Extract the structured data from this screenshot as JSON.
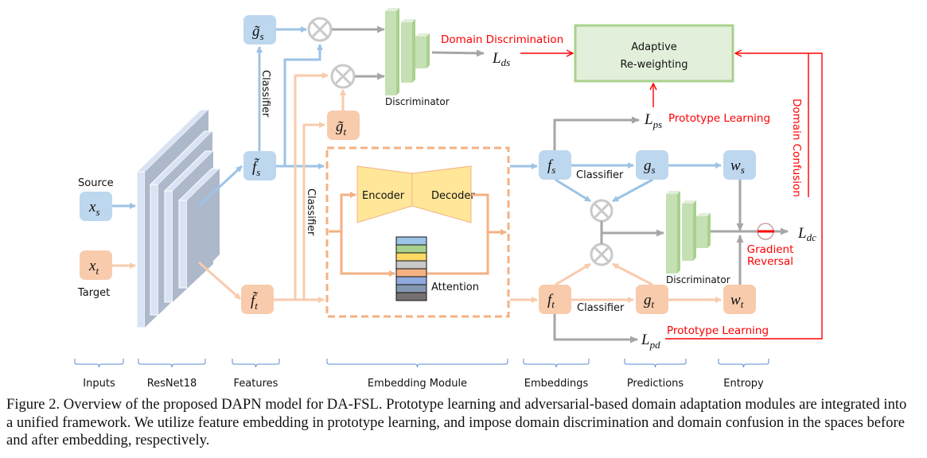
{
  "figure": {
    "title": "Overview of the proposed DAPN model for DA-FSL",
    "caption": "Figure 2. Overview of the proposed DAPN model for DA-FSL. Prototype learning and adversarial-based domain adaptation modules are integrated into a unified framework.  We utilize feature embedding in prototype learning, and impose domain discrimination and domain confusion in the spaces before and after embedding, respectively."
  },
  "colors": {
    "source": "#bdd7ee",
    "source_line": "#9dc3e6",
    "target": "#f8cbad",
    "target_line": "#f4b183",
    "gray_line": "#a6a6a6",
    "red": "#ff0000",
    "green_box": "#e2efda",
    "green_border": "#a9d18e",
    "encoder": "#ffe699"
  },
  "inputs": {
    "source_label": "Source",
    "target_label": "Target",
    "xs": {
      "base": "x",
      "sub": "s"
    },
    "xt": {
      "base": "x",
      "sub": "t"
    }
  },
  "features": {
    "fs": {
      "base": "f̃",
      "sub": "s"
    },
    "ft": {
      "base": "f̃",
      "sub": "t"
    },
    "gs": {
      "base": "g̃",
      "sub": "s"
    },
    "gt": {
      "base": "g̃",
      "sub": "t"
    },
    "classifier_1": "Classifier",
    "classifier_2": "Classifier"
  },
  "discriminator_top": {
    "label": "Discriminator",
    "loss": {
      "base": "L",
      "sub": "ds"
    },
    "annotation": "Domain Discrimination"
  },
  "adaptive": {
    "line1": "Adaptive",
    "line2": "Re-weighting"
  },
  "embedding_module": {
    "encoder": "Encoder",
    "decoder": "Decoder",
    "attention": "Attention",
    "attention_colors": [
      "#9dc3e6",
      "#a9d18e",
      "#ffd966",
      "#c9c9c9",
      "#f4b183",
      "#8faadc",
      "#8497b0",
      "#767171"
    ]
  },
  "embeddings": {
    "fs": {
      "base": "f",
      "sub": "s"
    },
    "ft": {
      "base": "f",
      "sub": "t"
    },
    "gs": {
      "base": "g",
      "sub": "s"
    },
    "gt": {
      "base": "g",
      "sub": "t"
    },
    "ws": {
      "base": "w",
      "sub": "s"
    },
    "wt": {
      "base": "w",
      "sub": "t"
    },
    "classifier_s": "Classifier",
    "classifier_t": "Classifier"
  },
  "losses": {
    "lps": {
      "base": "L",
      "sub": "ps"
    },
    "lpd": {
      "base": "L",
      "sub": "pd"
    },
    "ldc": {
      "base": "L",
      "sub": "dc"
    },
    "prototype_learning_1": "Prototype Learning",
    "prototype_learning_2": "Prototype Learning",
    "domain_confusion": "Domain Confusion",
    "gradient_reversal_1": "Gradient",
    "gradient_reversal_2": "Reversal",
    "discriminator_bottom": "Discriminator"
  },
  "stages": [
    "Inputs",
    "ResNet18",
    "Features",
    "Embedding Module",
    "Embeddings",
    "Predictions",
    "Entropy"
  ]
}
